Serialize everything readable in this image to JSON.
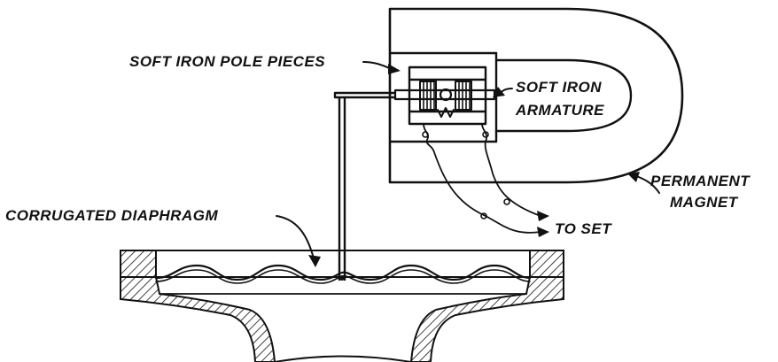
{
  "labels": {
    "pole_pieces": "SOFT IRON POLE PIECES",
    "armature_line1": "SOFT IRON",
    "armature_line2": "ARMATURE",
    "magnet_line1": "PERMANENT",
    "magnet_line2": "MAGNET",
    "diaphragm": "CORRUGATED DIAPHRAGM",
    "to_set": "TO SET"
  },
  "colors": {
    "ink": "#111111",
    "paper": "#ffffff"
  }
}
